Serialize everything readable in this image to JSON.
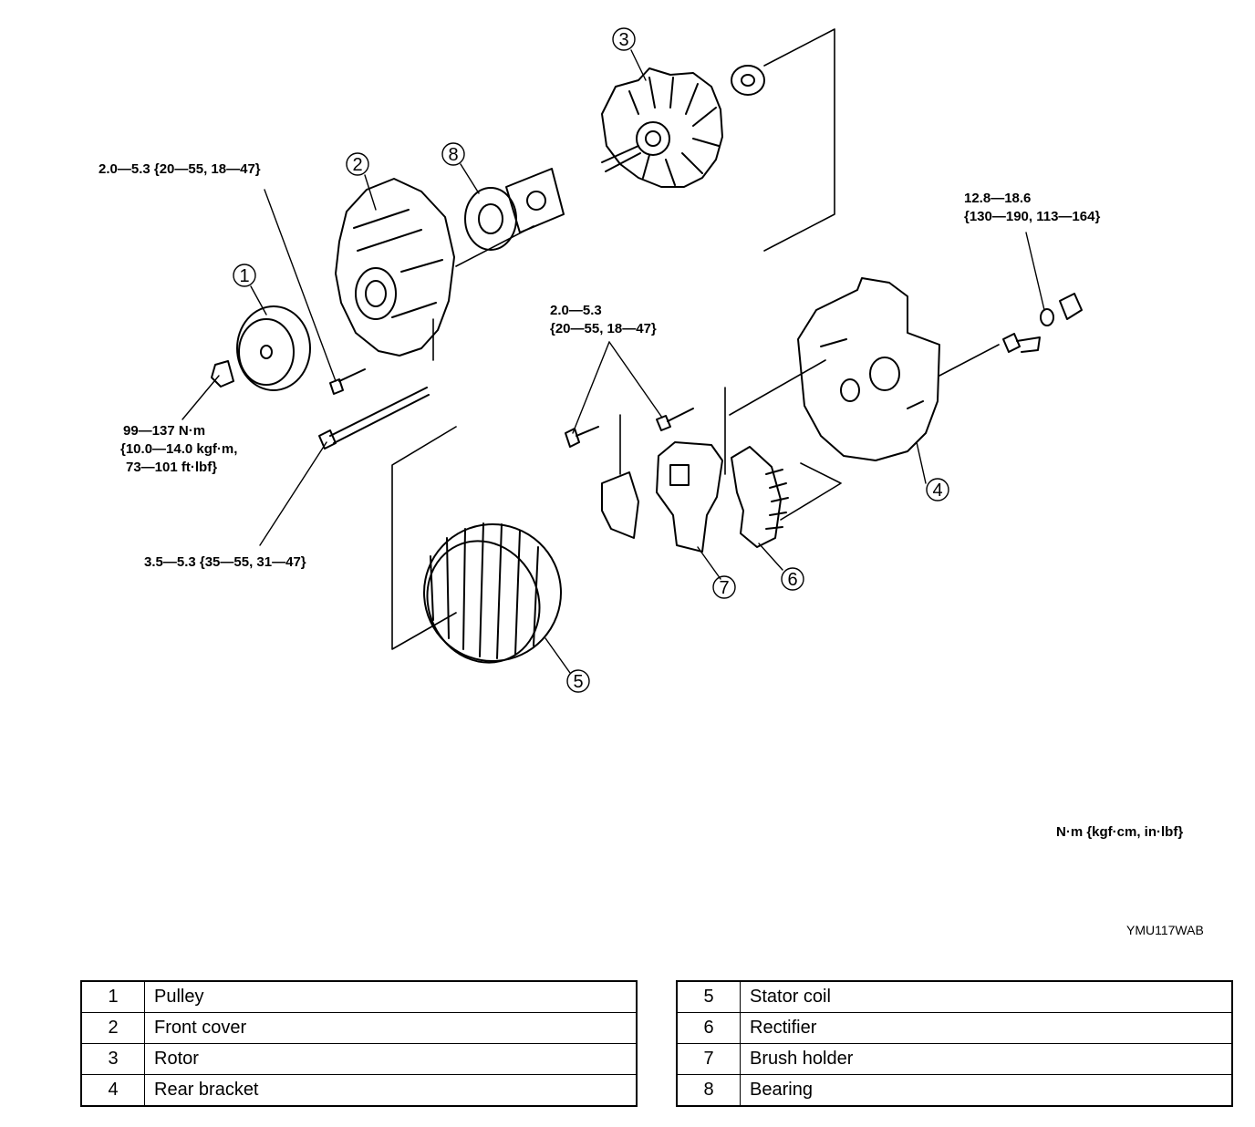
{
  "callouts": [
    "1",
    "2",
    "3",
    "4",
    "5",
    "6",
    "7",
    "8"
  ],
  "torque_specs": {
    "bolt_front_cover": "2.0—5.3 {20—55, 18—47}",
    "b_terminal_line1": "12.8—18.6",
    "b_terminal_line2": "{130—190, 113—164}",
    "rear_bolts_line1": "2.0—5.3",
    "rear_bolts_line2": "{20—55, 18—47}",
    "pulley_nut_line1": "99—137 N·m",
    "pulley_nut_line2": "{10.0—14.0 kgf·m,",
    "pulley_nut_line3": "73—101 ft·lbf}",
    "through_bolt": "3.5—5.3 {35—55, 31—47}"
  },
  "units_note": "N·m {kgf·cm, in·lbf}",
  "figure_code": "YMU117WAB",
  "legend_left": [
    {
      "num": "1",
      "name": "Pulley"
    },
    {
      "num": "2",
      "name": "Front cover"
    },
    {
      "num": "3",
      "name": "Rotor"
    },
    {
      "num": "4",
      "name": "Rear bracket"
    }
  ],
  "legend_right": [
    {
      "num": "5",
      "name": "Stator coil"
    },
    {
      "num": "6",
      "name": "Rectifier"
    },
    {
      "num": "7",
      "name": "Brush holder"
    },
    {
      "num": "8",
      "name": "Bearing"
    }
  ]
}
